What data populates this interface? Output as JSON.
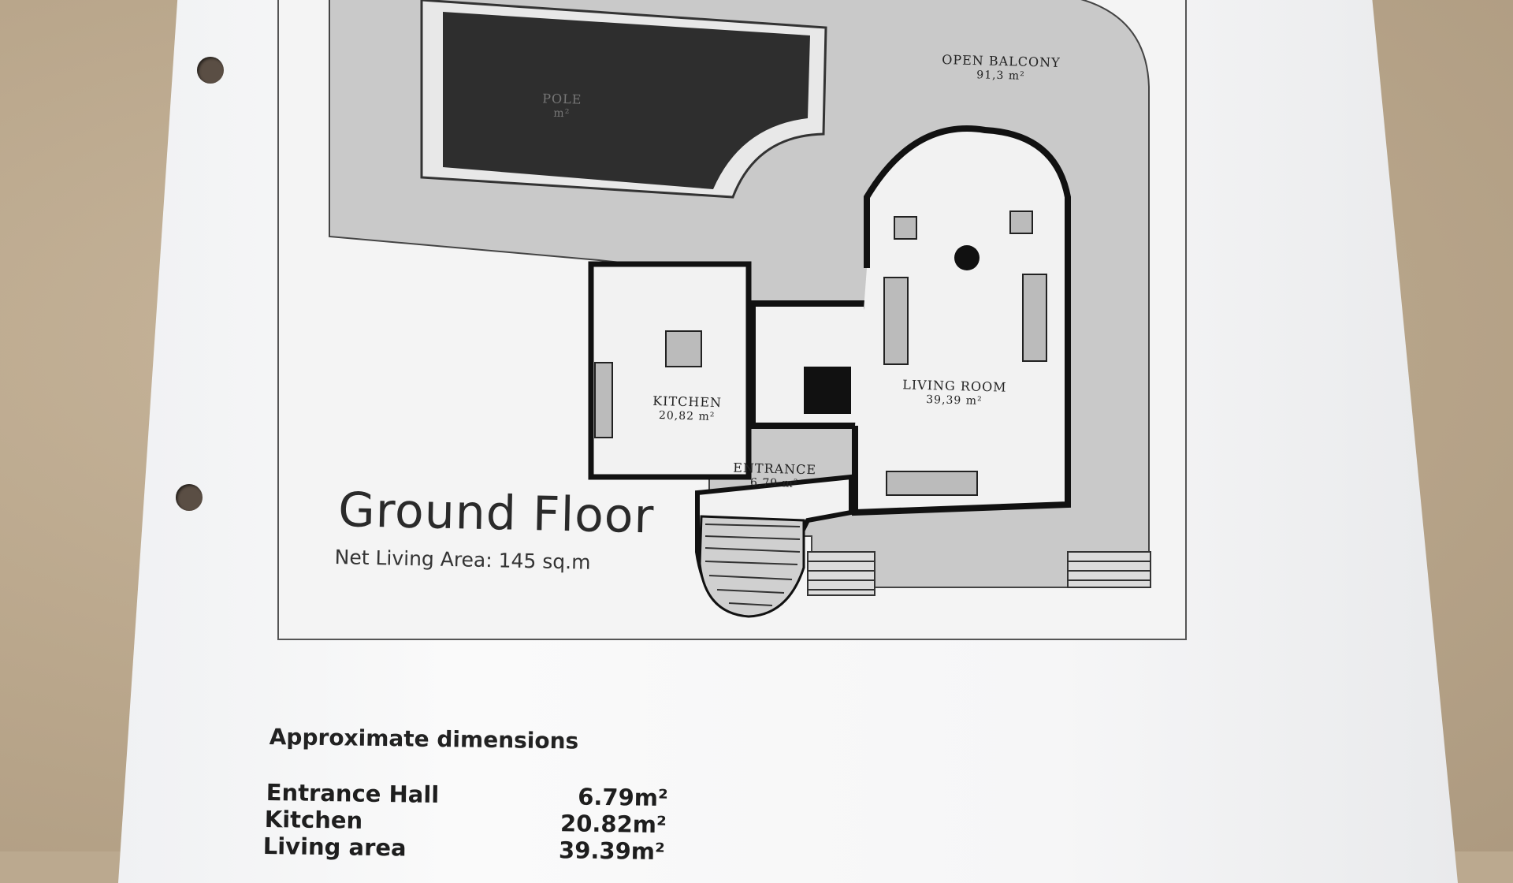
{
  "plan": {
    "title": "Ground Floor",
    "net_area": "Net Living Area: 145 sq.m",
    "rooms": [
      {
        "name": "OPEN BALCONY",
        "area": "91,3 m²"
      },
      {
        "name": "POLE",
        "area": "m²"
      },
      {
        "name": "KITCHEN",
        "area": "20,82 m²"
      },
      {
        "name": "LIVING ROOM",
        "area": "39,39 m²"
      },
      {
        "name": "ENTRANCE",
        "area": "6,79 m²"
      }
    ]
  },
  "dimensions": {
    "heading": "Approximate dimensions",
    "rows": [
      {
        "name": "Entrance Hall",
        "value": "6.79m²"
      },
      {
        "name": "Kitchen",
        "value": "20.82m²"
      },
      {
        "name": "Living area",
        "value": "39.39m²"
      }
    ]
  },
  "colors": {
    "table": "#bba98f",
    "paper": "#f7f7f7",
    "terrace": "#c9c9c9",
    "pool": "#2e2e2e",
    "walls": "#111111"
  }
}
